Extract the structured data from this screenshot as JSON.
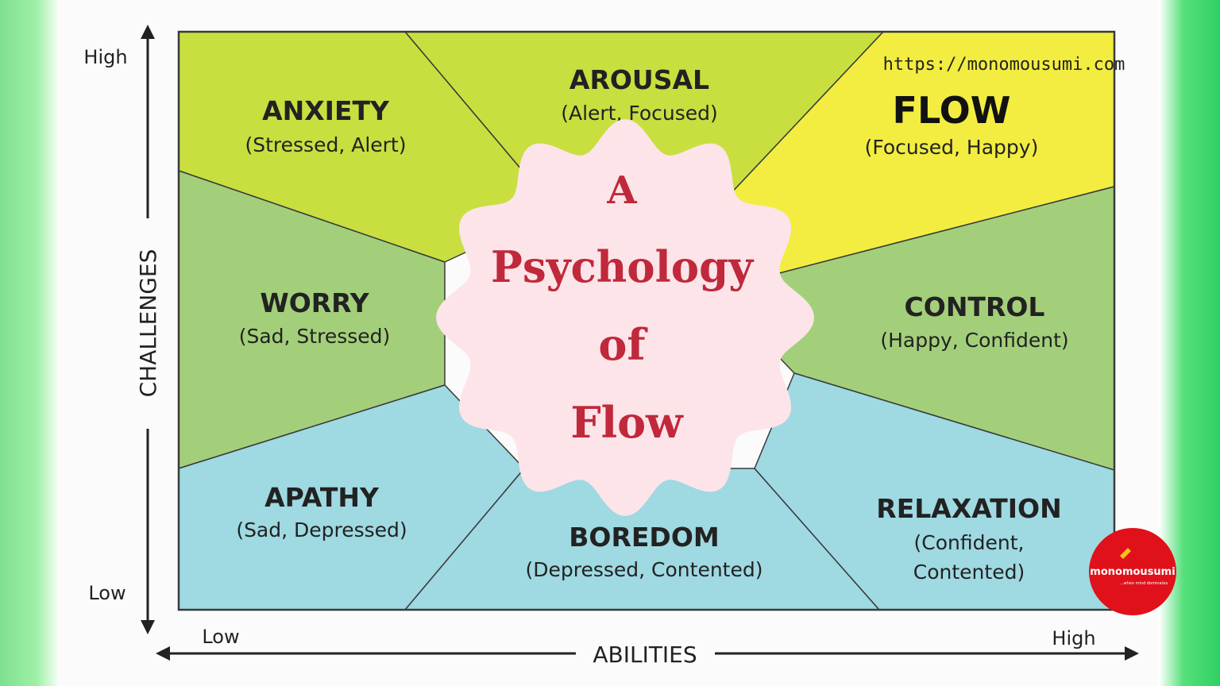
{
  "website_url": "https://monomousumi.com",
  "center_title": [
    "A",
    "Psychology",
    "of",
    "Flow"
  ],
  "axes": {
    "y_label": "CHALLENGES",
    "y_high": "High",
    "y_low": "Low",
    "x_label": "ABILITIES",
    "x_low": "Low",
    "x_high": "High"
  },
  "regions": [
    {
      "id": "anxiety",
      "name": "ANXIETY",
      "desc": "(Stressed, Alert)",
      "color": "#c8df3f"
    },
    {
      "id": "arousal",
      "name": "AROUSAL",
      "desc": "(Alert, Focused)",
      "color": "#c8df3f"
    },
    {
      "id": "flow",
      "name": "FLOW",
      "desc": "(Focused, Happy)",
      "color": "#f2ed40"
    },
    {
      "id": "worry",
      "name": "WORRY",
      "desc": "(Sad, Stressed)",
      "color": "#a3cf7a"
    },
    {
      "id": "control",
      "name": "CONTROL",
      "desc": "(Happy, Confident)",
      "color": "#a3cf7a"
    },
    {
      "id": "apathy",
      "name": "APATHY",
      "desc": "(Sad, Depressed)",
      "color": "#9fd9e2"
    },
    {
      "id": "boredom",
      "name": "BOREDOM",
      "desc": "(Depressed, Contented)",
      "color": "#9fd9e2"
    },
    {
      "id": "relaxation",
      "name": "RELAXATION",
      "desc": "(Confident,|Contented)",
      "color": "#9fd9e2"
    }
  ],
  "logo": {
    "text": "monomousumi",
    "tagline": "...when mind dominates",
    "color": "#e0111a"
  },
  "colors": {
    "badge_fill": "#fce4e8",
    "title_color": "#c0283b",
    "outline": "#3a3a3a"
  }
}
